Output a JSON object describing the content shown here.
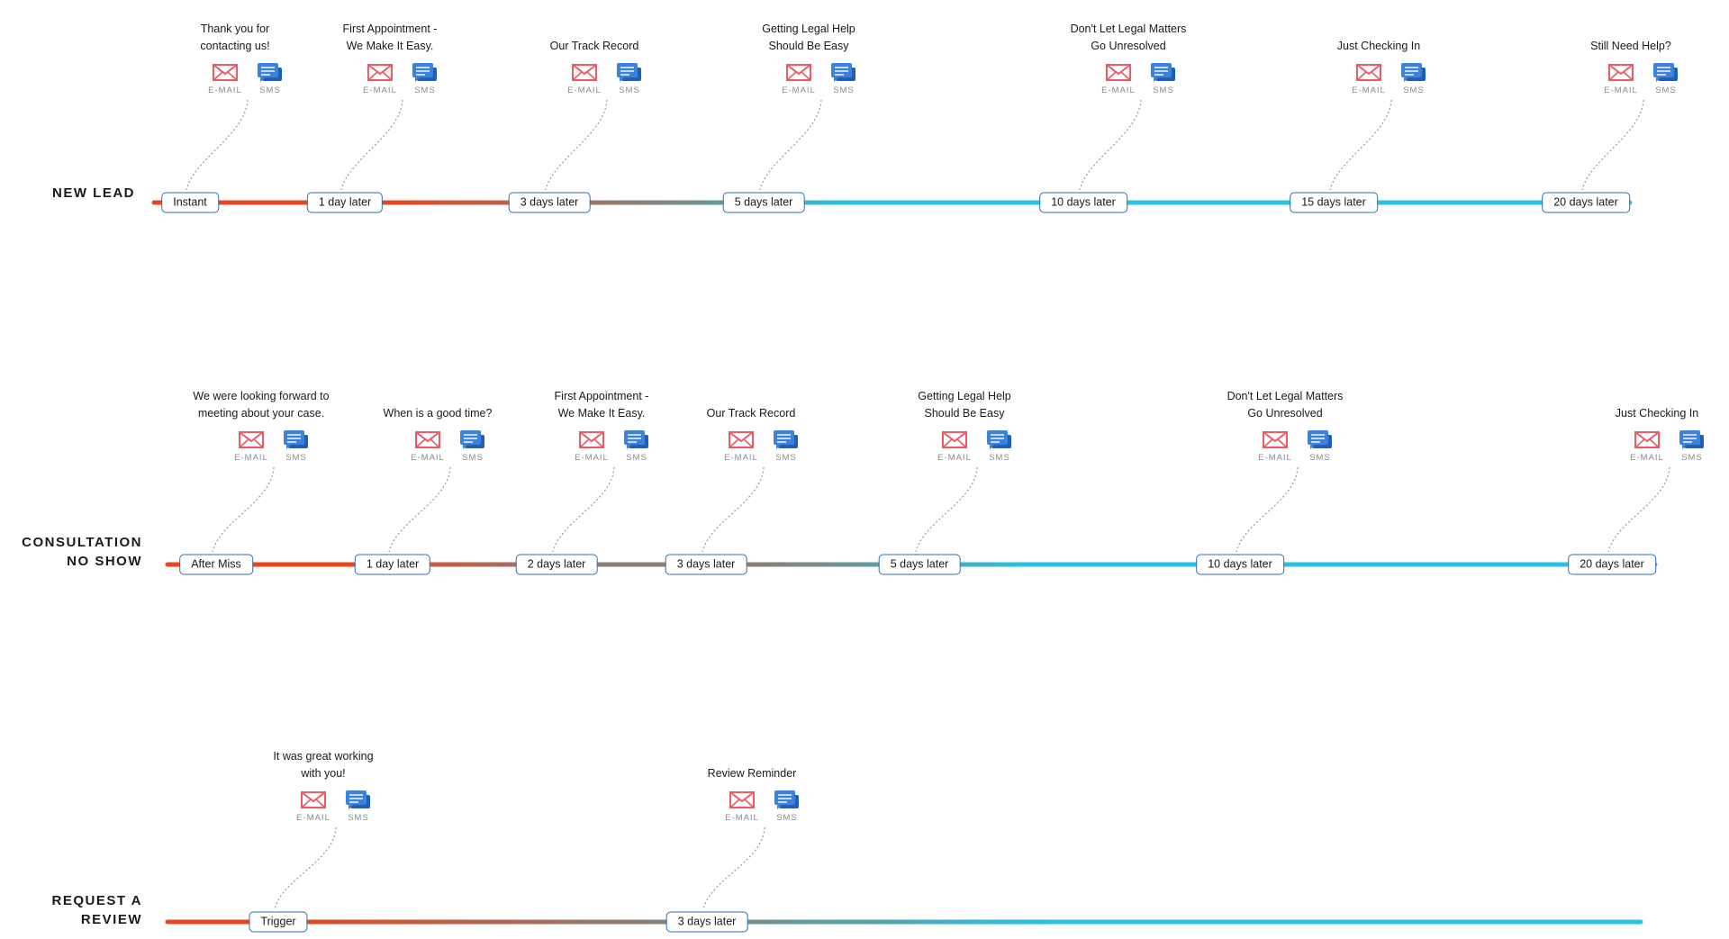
{
  "colors": {
    "start": "#e8461e",
    "mid": "#8a8076",
    "end": "#27c3e0",
    "box_border": "#2d6eaa",
    "email": "#ea5b63",
    "sms": "#3c82d8",
    "channel_text": "#8a8a8a",
    "connector": "#9a9a9a"
  },
  "channels": {
    "email_label": "E-MAIL",
    "sms_label": "SMS",
    "email_icon": "envelope-icon",
    "sms_icon": "chat-bubbles-icon"
  },
  "sequences": [
    {
      "id": "new-lead",
      "label_lines": [
        "NEW LEAD"
      ],
      "stages": [
        {
          "timing": "Instant",
          "title": [
            "Thank you for",
            "contacting us!"
          ]
        },
        {
          "timing": "1 day later",
          "title": [
            "First Appointment -",
            "We Make It Easy."
          ]
        },
        {
          "timing": "3 days later",
          "title": [
            "Our Track Record"
          ]
        },
        {
          "timing": "5 days later",
          "title": [
            "Getting Legal Help",
            "Should Be Easy"
          ]
        },
        {
          "timing": "10 days later",
          "title": [
            "Don't Let Legal Matters",
            "Go Unresolved"
          ]
        },
        {
          "timing": "15 days later",
          "title": [
            "Just Checking In"
          ]
        },
        {
          "timing": "20 days later",
          "title": [
            "Still Need Help?"
          ]
        }
      ]
    },
    {
      "id": "consultation-no-show",
      "label_lines": [
        "CONSULTATION",
        "NO SHOW"
      ],
      "stages": [
        {
          "timing": "After Miss",
          "title": [
            "We were looking forward to",
            "meeting about your case."
          ]
        },
        {
          "timing": "1 day later",
          "title": [
            "When is a good time?"
          ]
        },
        {
          "timing": "2 days later",
          "title": [
            "First Appointment -",
            "We Make It Easy."
          ]
        },
        {
          "timing": "3 days later",
          "title": [
            "Our Track Record"
          ]
        },
        {
          "timing": "5 days later",
          "title": [
            "Getting Legal Help",
            "Should Be Easy"
          ]
        },
        {
          "timing": "10 days later",
          "title": [
            "Don't Let Legal Matters",
            "Go Unresolved"
          ]
        },
        {
          "timing": "20 days later",
          "title": [
            "Just Checking In"
          ]
        }
      ]
    },
    {
      "id": "request-a-review",
      "label_lines": [
        "REQUEST A",
        "REVIEW"
      ],
      "stages": [
        {
          "timing": "Trigger",
          "title": [
            "It was great working",
            "with you!"
          ]
        },
        {
          "timing": "3 days later",
          "title": [
            "Review Reminder"
          ]
        }
      ]
    }
  ]
}
